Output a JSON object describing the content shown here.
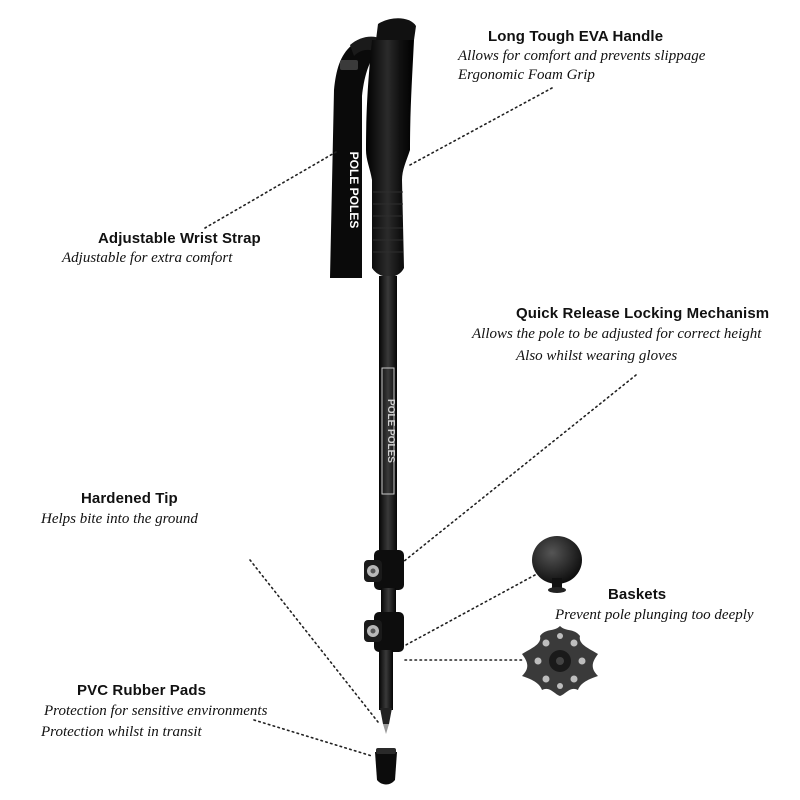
{
  "brand": {
    "strap_logo_text": "POLE POLES",
    "shaft_logo_text": "POLE POLES"
  },
  "colors": {
    "pole_black": "#0a0a0a",
    "shaft_gray": "#2a2a2a",
    "accent_silver": "#b8b8b8",
    "basket_gray": "#3a3a3a",
    "text": "#111111"
  },
  "features": {
    "handle": {
      "title": "Long Tough EVA Handle",
      "line1": "Allows for comfort and prevents slippage",
      "line2": "Ergonomic Foam Grip"
    },
    "strap": {
      "title": "Adjustable Wrist Strap",
      "line1": "Adjustable for extra comfort"
    },
    "lock": {
      "title": "Quick Release Locking Mechanism",
      "line1": "Allows the pole to be adjusted for correct height",
      "line2": "Also whilst wearing gloves"
    },
    "tip": {
      "title": "Hardened Tip",
      "line1": "Helps bite into the ground"
    },
    "baskets": {
      "title": "Baskets",
      "line1": "Prevent pole plunging too deeply"
    },
    "pads": {
      "title": "PVC Rubber Pads",
      "line1": "Protection for sensitive environments",
      "line2": "Protection whilst in transit"
    }
  }
}
